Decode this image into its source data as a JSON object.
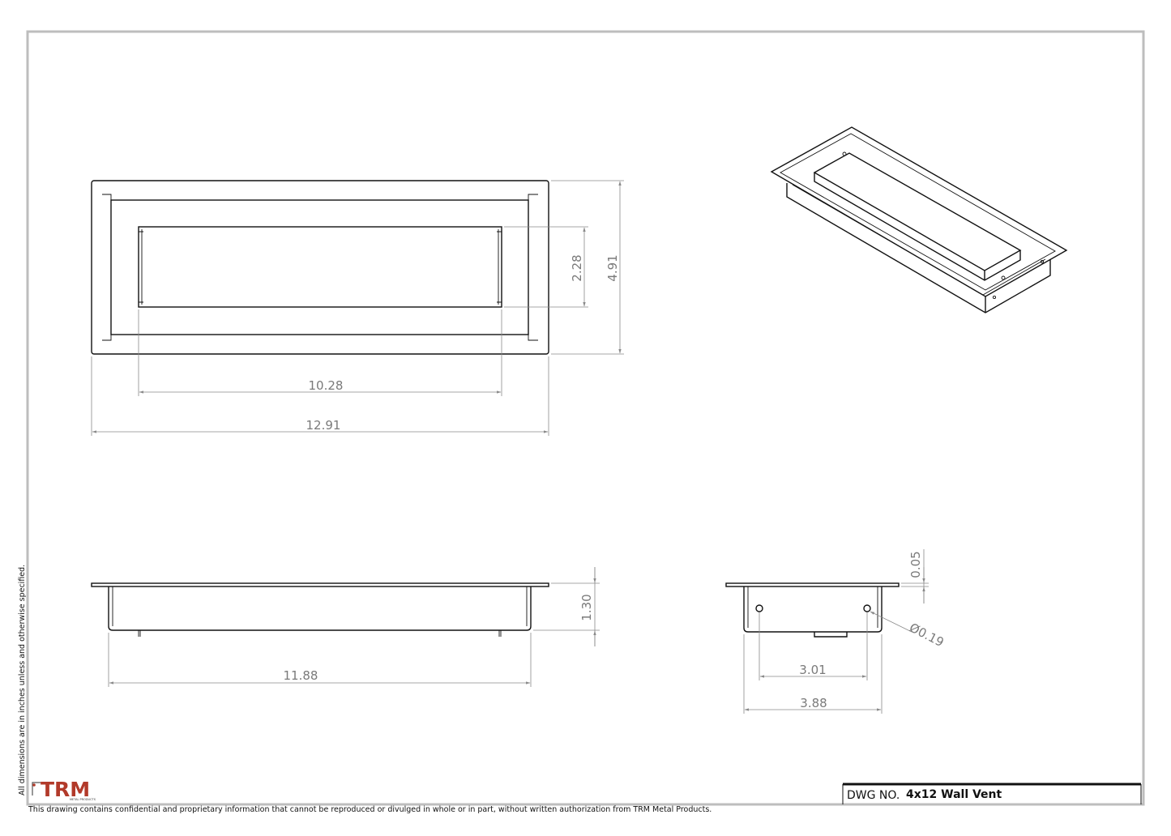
{
  "drawing": {
    "dwg_no_label": "DWG NO.",
    "dwg_no_value": "4x12 Wall Vent",
    "units_note": "All dimensions are in inches unless and otherwise specified.",
    "disclaimer": "This drawing contains confidential and proprietary information that cannot be reproduced or divulged in whole or in part, without written authorization from TRM Metal Products.",
    "logo": {
      "text": "TRM",
      "subtext": "METAL PRODUCTS",
      "color": "#b23a2a"
    }
  },
  "views": {
    "front": {
      "dims": {
        "inner_width": "10.28",
        "outer_width": "12.91",
        "inner_height": "2.28",
        "outer_height": "4.91"
      }
    },
    "side": {
      "dims": {
        "length": "11.88",
        "depth": "1.30"
      }
    },
    "end": {
      "dims": {
        "flange_thickness": "0.05",
        "hole_diameter": "Ø0.19",
        "hole_spacing": "3.01",
        "body_width": "3.88"
      }
    },
    "isometric": {}
  }
}
